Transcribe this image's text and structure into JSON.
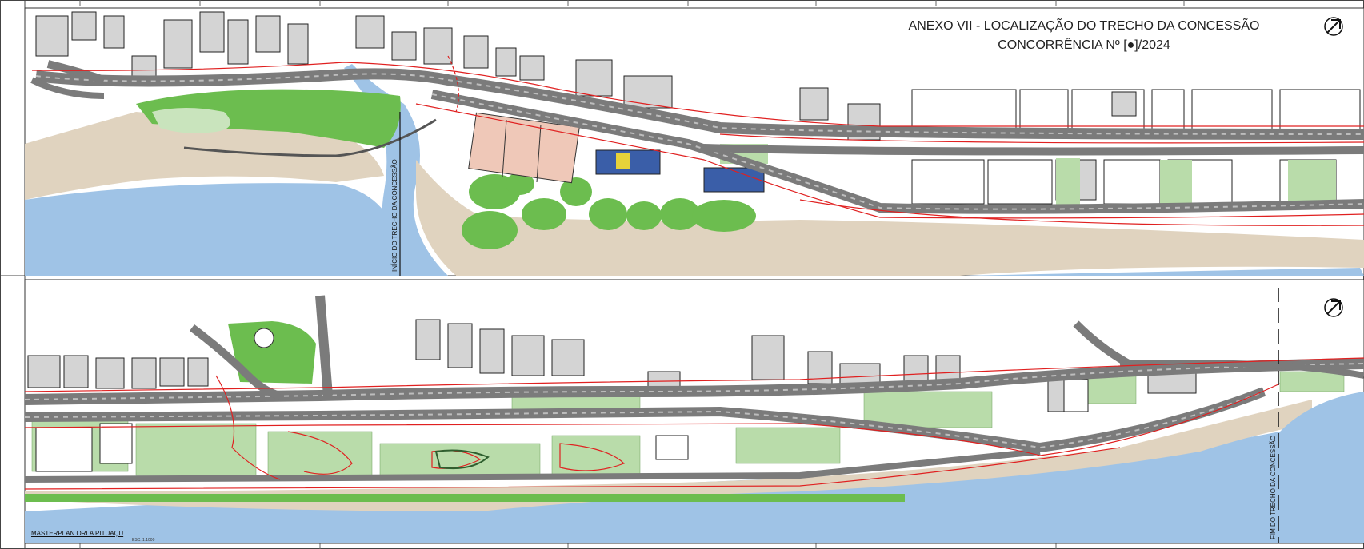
{
  "title": {
    "line1": "ANEXO VII - LOCALIZAÇÃO DO TRECHO DA CONCESSÃO",
    "line2": "CONCORRÊNCIA Nº  [●]/2024"
  },
  "labels": {
    "start": "INÍCIO DO TRECHO DA CONCESSÃO",
    "end": "FIM DO TRECHO DA CONCESSÃO"
  },
  "caption": "MASTERPLAN ORLA PITUAÇU",
  "scale": "ESC: 1:1000",
  "icons": [
    "north-arrow-icon"
  ],
  "colors": {
    "sea": "#9fc3e6",
    "sand": "#e0d3bf",
    "green": "#6cbd4f",
    "road": "#8f8f8f",
    "building": "#d4d4d4",
    "redline": "#e02020"
  }
}
